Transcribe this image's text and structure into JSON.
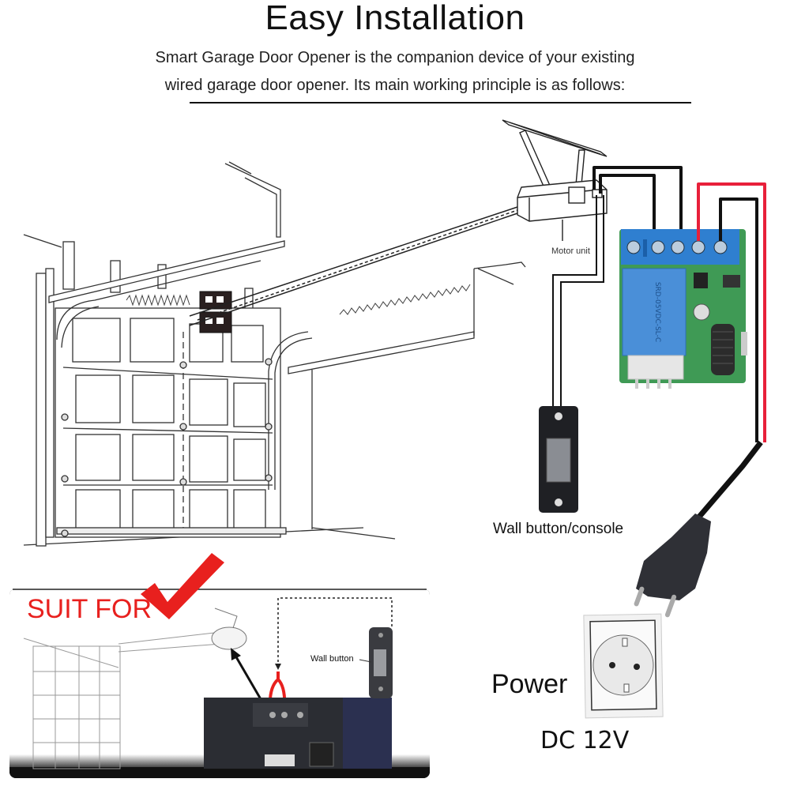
{
  "header": {
    "title": "Easy Installation",
    "subtitle_line1": "Smart Garage Door Opener is the companion device of your existing",
    "subtitle_line2": "wired garage door opener. Its main working principle is as follows:"
  },
  "diagram": {
    "motor_unit_label": "Motor unit",
    "wall_button_label": "Wall button/console",
    "power_label": "Power",
    "voltage_label": "DC 12V",
    "wire_colors": {
      "black": "#111111",
      "red": "#e8203a"
    },
    "relay_module": {
      "board_color": "#3f9a55",
      "terminal_block_color": "#2f7fd0",
      "relay_color": "#4a8fd8",
      "terminal_count": 5
    }
  },
  "suit_for_panel": {
    "label": "SUIT FOR",
    "wall_button_label": "Wall button",
    "checkmark_color": "#e8201e",
    "label_color": "#e8201e"
  }
}
